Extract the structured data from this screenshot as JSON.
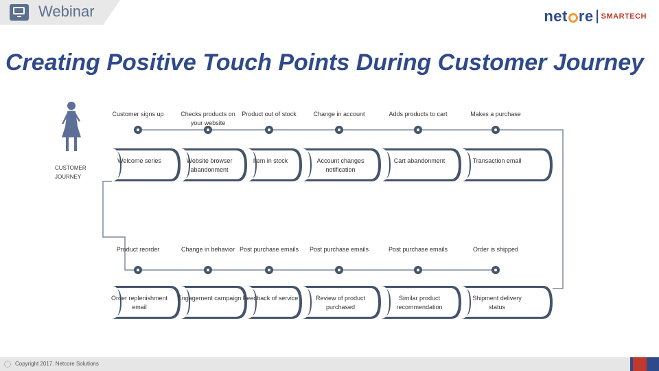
{
  "header": {
    "tab_label": "Webinar",
    "logo_left": "net",
    "logo_right": "re",
    "logo_brand": "SMARTECH"
  },
  "title": "Creating Positive Touch Points During Customer Journey",
  "journey_label": "CUSTOMER JOURNEY",
  "colors": {
    "band": "#44546a",
    "dot": "#44546a",
    "connector": "#7f8c9e",
    "title": "#2f4a8a",
    "accent_orange": "#f39c34",
    "accent_red": "#c0392b"
  },
  "rows": [
    {
      "events": [
        "Customer signs up",
        "Checks products on your website",
        "Product out of stock",
        "Change in account",
        "Adds products to cart",
        "Makes a purchase"
      ],
      "touchpoints": [
        "Welcome series",
        "Website browser abandonment",
        "Item in stock",
        "Account changes notification",
        "Cart abandonment",
        "Transaction email"
      ]
    },
    {
      "events": [
        "Product reorder",
        "Change in behavior",
        "Post purchase emails",
        "Post purchase emails",
        "Post purchase emails",
        "Order is shipped"
      ],
      "touchpoints": [
        "Order replenishment email",
        "Engagement campaign",
        "Feedback of service",
        "Review of product purchased",
        "Similar product recommendation",
        "Shipment delivery status"
      ]
    }
  ],
  "footer": {
    "copyright": "Copyright 2017. Netcore Solutions"
  }
}
